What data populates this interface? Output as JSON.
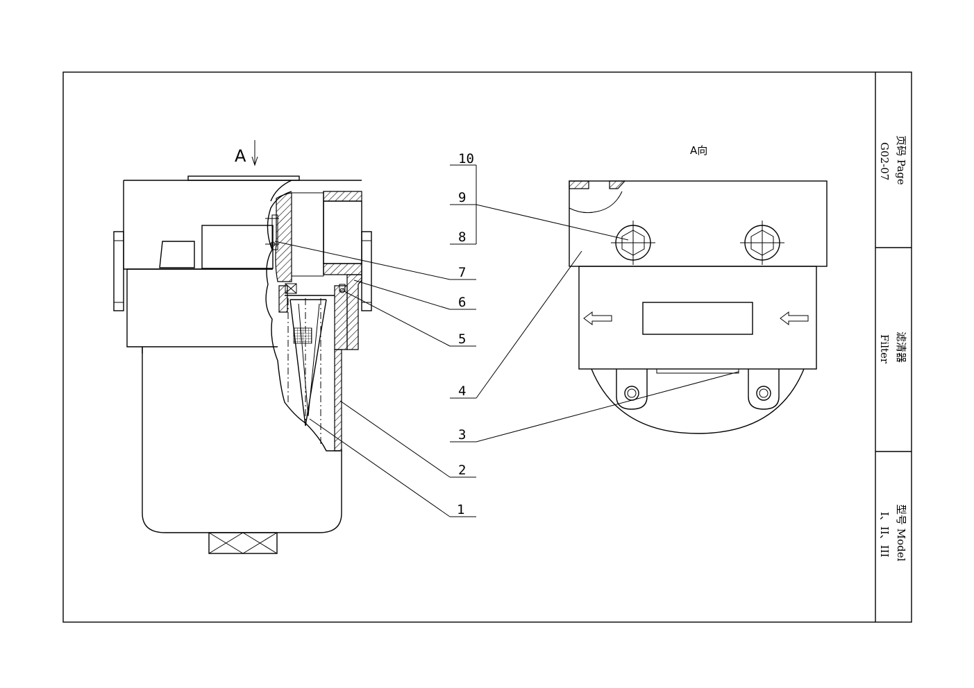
{
  "view_title_left": "A",
  "view_title_right": "A向",
  "part_labels": [
    "1",
    "2",
    "3",
    "4",
    "5",
    "6",
    "7",
    "8",
    "9",
    "10"
  ],
  "title_block": {
    "page_label": "页码 Page",
    "page_code": "G02-07",
    "name_cn": "滤清器",
    "name_en": "Filter",
    "model_label": "型号  Model",
    "model_values": "I、II、III"
  }
}
